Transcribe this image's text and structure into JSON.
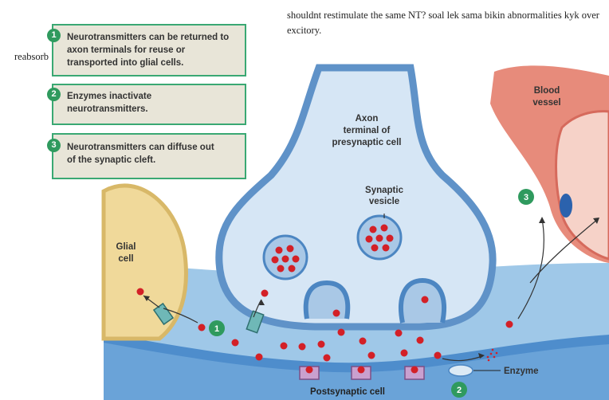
{
  "note": "shouldnt restimulate the same NT? soal lek sama bikin abnormalities kyk over excitory.",
  "side_note": "reabsorb",
  "steps": [
    {
      "num": "1",
      "text": "Neurotransmitters can be returned to axon terminals for reuse or transported into glial cells."
    },
    {
      "num": "2",
      "text": "Enzymes inactivate neurotransmitters."
    },
    {
      "num": "3",
      "text": "Neurotransmitters can diffuse out of the synaptic cleft."
    }
  ],
  "labels": {
    "axon_line1": "Axon",
    "axon_line2": "terminal of",
    "axon_line3": "presynaptic cell",
    "vesicle_line1": "Synaptic",
    "vesicle_line2": "vesicle",
    "glial_line1": "Glial",
    "glial_line2": "cell",
    "blood_line1": "Blood",
    "blood_line2": "vessel",
    "enzyme": "Enzyme",
    "postsynaptic": "Postsynaptic cell"
  },
  "markers": {
    "one": "1",
    "two": "2",
    "three": "3"
  }
}
